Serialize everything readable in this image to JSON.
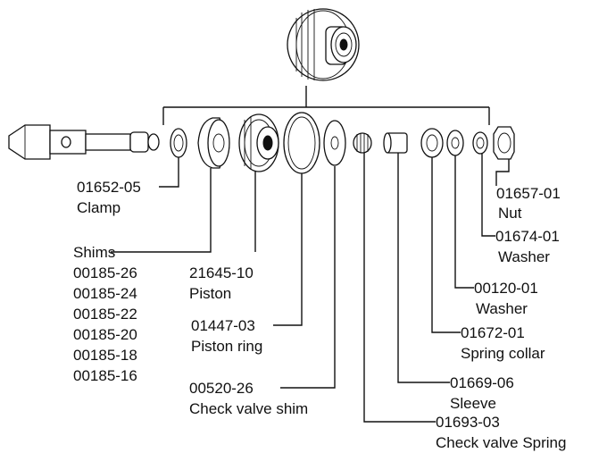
{
  "labels": {
    "clamp": {
      "code": "01652-05",
      "name": "Clamp"
    },
    "shims": {
      "name": "Shims",
      "codes": [
        "00185-26",
        "00185-24",
        "00185-22",
        "00185-20",
        "00185-18",
        "00185-16"
      ]
    },
    "piston": {
      "code": "21645-10",
      "name": "Piston"
    },
    "piston_ring": {
      "code": "01447-03",
      "name": "Piston ring"
    },
    "check_shim": {
      "code": "00520-26",
      "name": "Check valve shim"
    },
    "check_spring": {
      "code": "01693-03",
      "name": "Check valve Spring"
    },
    "sleeve": {
      "code": "01669-06",
      "name": "Sleeve"
    },
    "spring_collar": {
      "code": "01672-01",
      "name": "Spring collar"
    },
    "washer_1": {
      "code": "00120-01",
      "name": "Washer"
    },
    "washer_2": {
      "code": "01674-01",
      "name": "Washer"
    },
    "nut": {
      "code": "01657-01",
      "name": "Nut"
    }
  }
}
